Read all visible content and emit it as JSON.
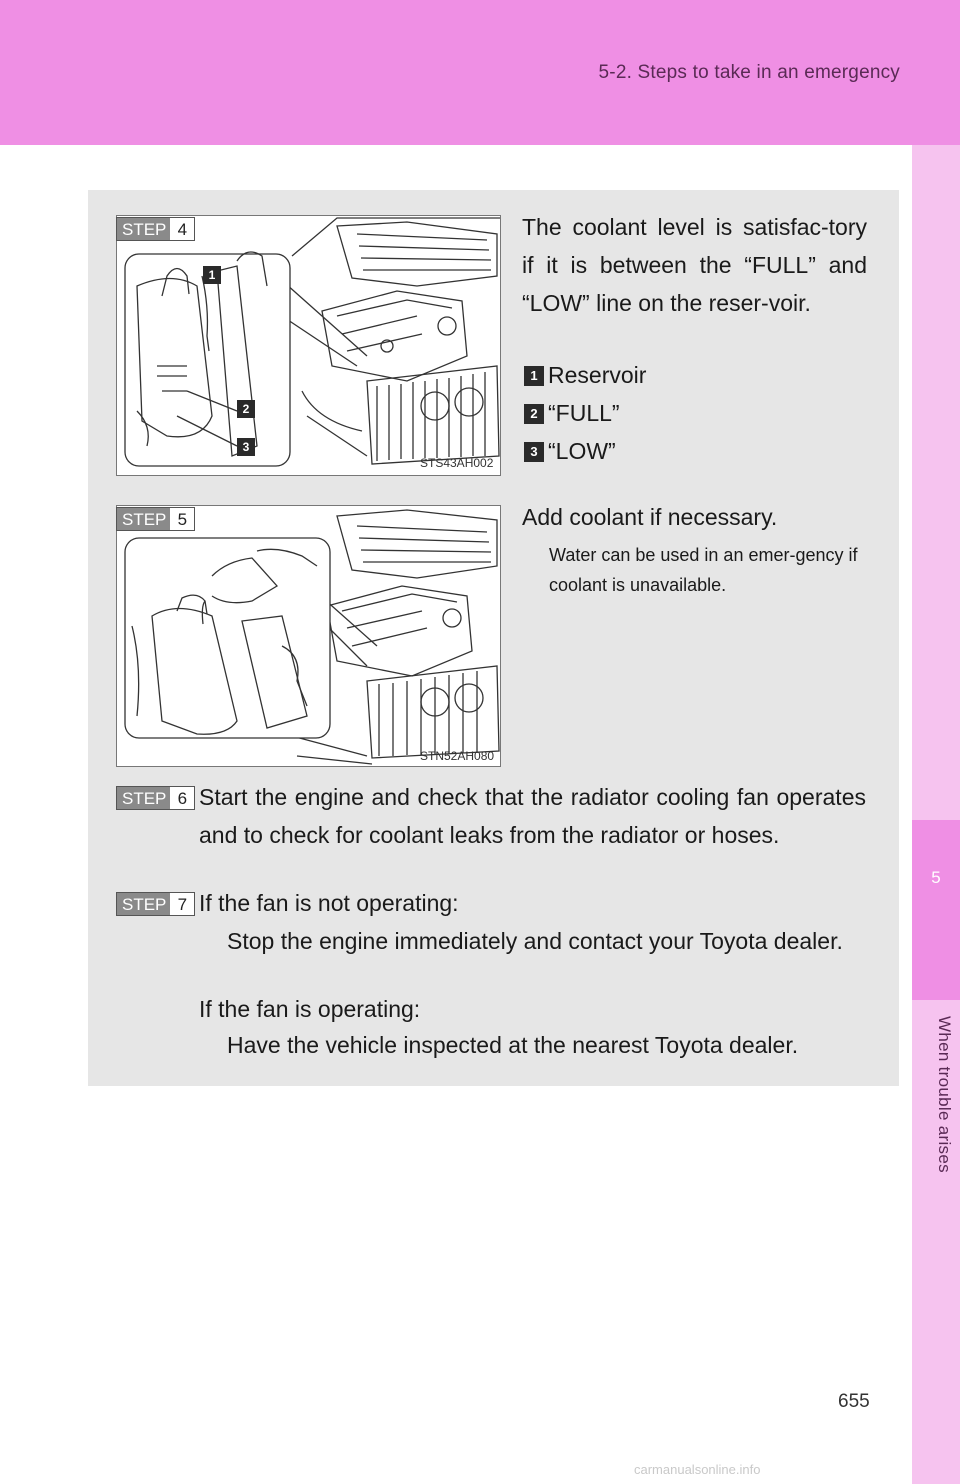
{
  "header": {
    "section_title": "5-2. Steps to take in an emergency"
  },
  "sidebar": {
    "chapter_number": "5",
    "chapter_label": "When trouble arises"
  },
  "page": {
    "number": "655",
    "watermark": "carmanualsonline.info"
  },
  "steps": {
    "badge_label": "STEP",
    "step4": {
      "number": "4",
      "figure_code": "STS43AH002",
      "text": "The coolant level is satisfac-tory if it is between the “FULL” and “LOW” line on the reser-voir.",
      "legend": [
        {
          "num": "1",
          "label": "Reservoir"
        },
        {
          "num": "2",
          "label": "“FULL”"
        },
        {
          "num": "3",
          "label": "“LOW”"
        }
      ]
    },
    "step5": {
      "number": "5",
      "figure_code": "STN52AH080",
      "text": "Add coolant if necessary.",
      "note": "Water can be used in an emer-gency if coolant is unavailable."
    },
    "step6": {
      "number": "6",
      "text": "Start the engine and check that the radiator cooling fan operates and to check for coolant leaks from the radiator or hoses."
    },
    "step7": {
      "number": "7",
      "case1": "If the fan is not operating:",
      "case1_action": "Stop the engine immediately and contact your Toyota dealer.",
      "case2": "If the fan is operating:",
      "case2_action": "Have the vehicle inspected at the nearest Toyota dealer."
    }
  }
}
